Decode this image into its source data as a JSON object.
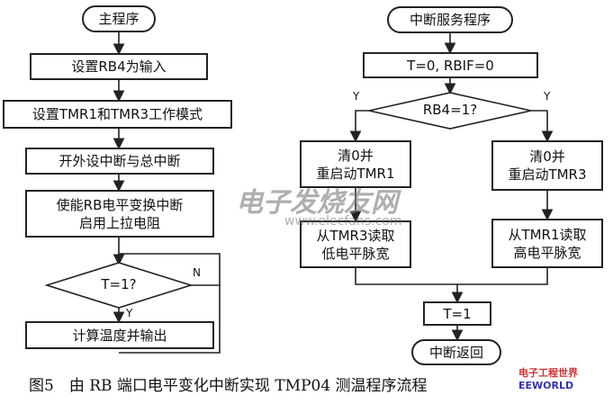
{
  "main": {
    "title": "主程序",
    "steps": [
      "设置RB4为输入",
      "设置TMR1和TMR3工作模式",
      "开外设中断与总中断",
      "使能RB电平变换中断\n启用上拉电阻"
    ],
    "decision": "T=1?",
    "no_label": "N",
    "yes_label": "Y",
    "output": "计算温度并输出"
  },
  "isr": {
    "title": "中断服务程序",
    "init": "T=0, RBIF=0",
    "decision": "RB4=1?",
    "yes_label": "Y",
    "no_label": "Y",
    "left_restart": "清0并\n重启动TMR1",
    "right_restart": "清0并\n重启动TMR3",
    "left_read": "从TMR3读取\n低电平脉宽",
    "right_read": "从TMR1读取\n高电平脉宽",
    "set_t": "T=1",
    "return": "中断返回"
  },
  "caption": "图5　由 RB 端口电平变化中断实现 TMP04 测温程序流程",
  "watermark": {
    "line1": "电子发烧友网",
    "line2": "www.elecfans.com"
  },
  "logo": {
    "line1": "电子工程世界",
    "line2": "EEWORLD"
  }
}
